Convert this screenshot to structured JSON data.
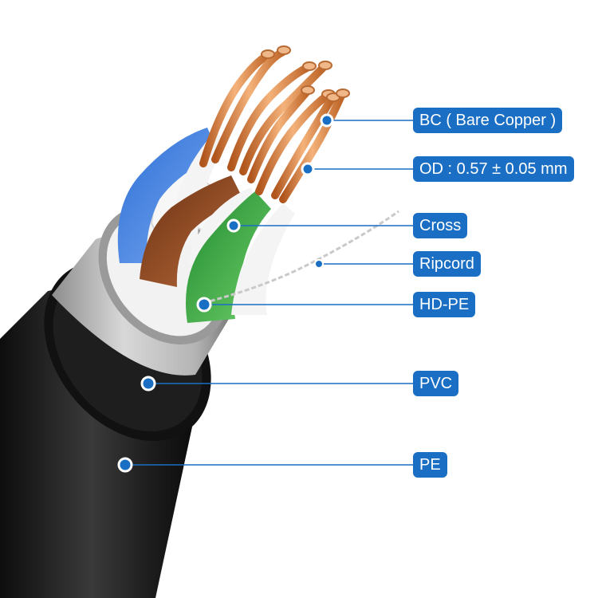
{
  "accent_color": "#1a6fc4",
  "labels": [
    {
      "id": "bc",
      "text": "BC ( Bare Copper )"
    },
    {
      "id": "od",
      "text": "OD : 0.57 ± 0.05 mm"
    },
    {
      "id": "cross",
      "text": "Cross"
    },
    {
      "id": "ripcord",
      "text": "Ripcord"
    },
    {
      "id": "hdpe",
      "text": "HD-PE"
    },
    {
      "id": "pvc",
      "text": "PVC"
    },
    {
      "id": "pe",
      "text": "PE"
    }
  ]
}
